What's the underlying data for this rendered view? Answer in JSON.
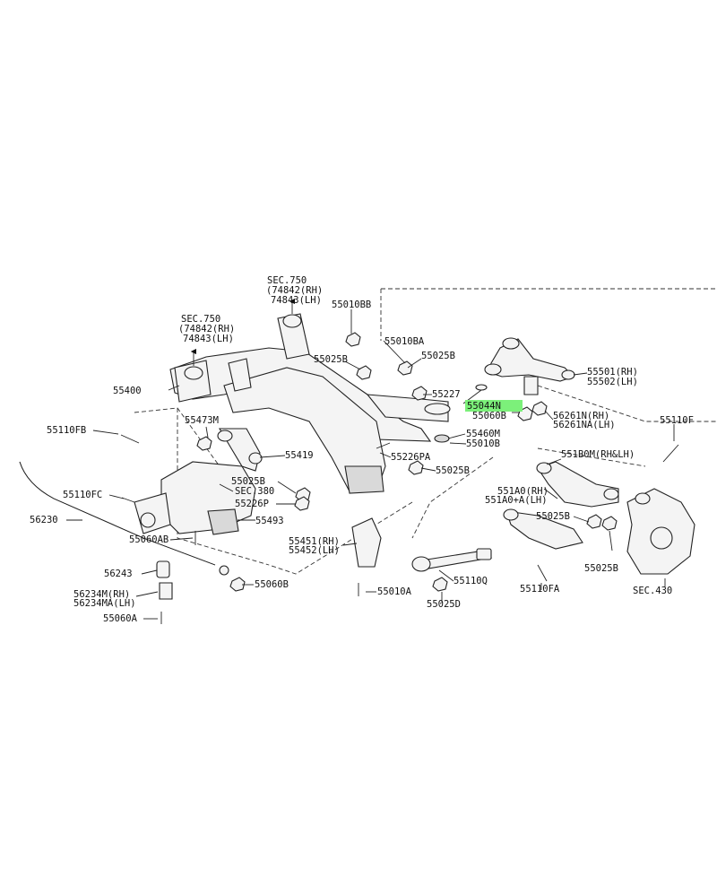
{
  "labels": {
    "sec750_top": "SEC.750",
    "p74842_top": "(74842(RH)",
    "p74843_top": "74843(LH)",
    "sec750_left": "SEC.750",
    "p74842_left": "(74842(RH)",
    "p74843_left": "74843(LH)",
    "p55010BB": "55010BB",
    "p55010BA": "55010BA",
    "p55025B_a": "55025B",
    "p55025B_b": "55025B",
    "p55227": "55227",
    "p55400": "55400",
    "p55501": "55501(RH)",
    "p55502": "55502(LH)",
    "p55044N": "55044N",
    "p55060B": "55060B",
    "p56261N": "56261N(RH)",
    "p56261NA": "56261NA(LH)",
    "p55110F": "55110F",
    "p55110FB": "55110FB",
    "p55473M": "55473M",
    "p55460M": "55460M",
    "p55010B": "55010B",
    "p55419": "55419",
    "p55226PA": "55226PA",
    "p55025B_c": "55025B",
    "p551B0M": "551B0M(RH&LH)",
    "p55110FC": "55110FC",
    "p55025B_d": "55025B",
    "sec380": "SEC.380",
    "p56230": "56230",
    "p55226P": "55226P",
    "p55493": "55493",
    "p551A0": "551A0(RH)",
    "p551A0A": "551A0+A(LH)",
    "p55060AB": "55060AB",
    "p55025B_e": "55025B",
    "p55451": "55451(RH)",
    "p55452": "55452(LH)",
    "p56243": "56243",
    "p55110Q": "55110Q",
    "p55025B_f": "55025B",
    "p56234M": "56234M(RH)",
    "p56234MA": "56234MA(LH)",
    "p55060B_b": "55060B",
    "p55010A": "55010A",
    "p55025D": "55025D",
    "p55110FA": "55110FA",
    "sec430": "SEC.430",
    "p55060A": "55060A"
  },
  "highlight_color": "#7cf07a"
}
